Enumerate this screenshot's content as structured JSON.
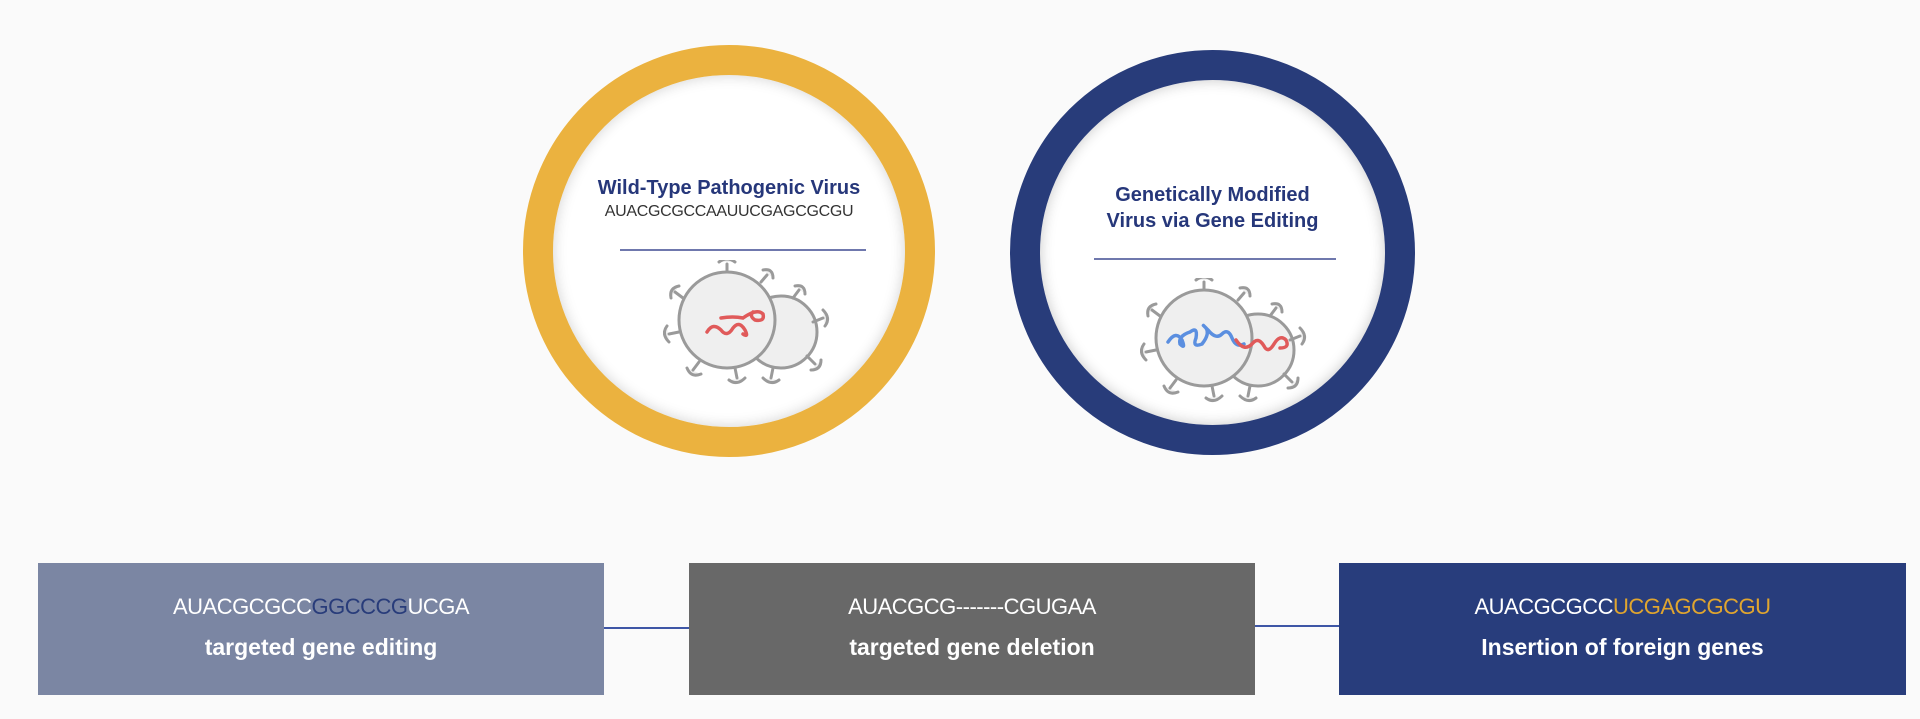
{
  "circles": {
    "wild_type": {
      "title": "Wild-Type Pathogenic Virus",
      "sequence": "AUACGCGCCAAUUCGAGCGCGU",
      "ring_color": "#ebb23f",
      "icon": "virus-icon-red-rna"
    },
    "modified": {
      "title_line1": "Genetically Modified",
      "title_line2": "Virus via Gene Editing",
      "ring_color": "#283c7a",
      "icon": "virus-icon-blue-red-rna"
    }
  },
  "boxes": [
    {
      "sequence_prefix": "AUACGCGCC",
      "sequence_highlight": "GGCCCG",
      "sequence_suffix": "UCGA",
      "highlight_color": "#283c7a",
      "label": "targeted gene editing",
      "background": "#7b86a3"
    },
    {
      "sequence": "AUACGCG-------CGUGAA",
      "label": "targeted gene deletion",
      "background": "#686868"
    },
    {
      "sequence_prefix": "AUACGCGCC",
      "sequence_highlight": "UCGAGCGCGU",
      "highlight_color": "#e0a52f",
      "label": "Insertion of foreign genes",
      "background": "#283d7c"
    }
  ]
}
